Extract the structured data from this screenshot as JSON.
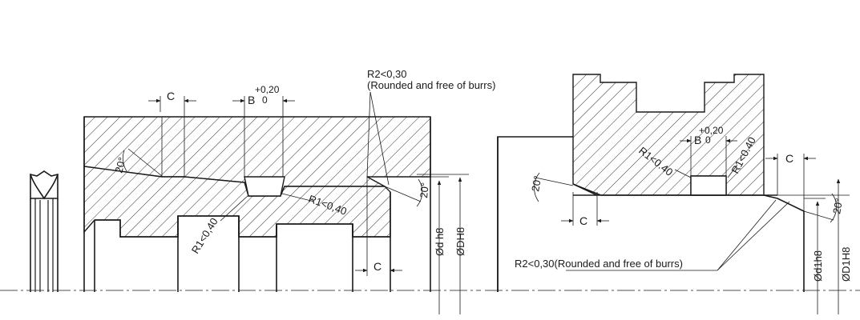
{
  "left_view": {
    "dim_c_top": "C",
    "dim_b": "B",
    "tol_upper": "+0,20",
    "tol_lower": "0",
    "angle_left": "20°",
    "angle_right": "20°",
    "radius_groove_right": "R1<0,40",
    "radius_groove_left": "R1<0,40",
    "dim_c_bottom": "C",
    "dia_d": "Ød h8",
    "dia_dh": "ØDH8",
    "note_radius": "R2<0,30",
    "note_rounded": "(Rounded and free of burrs)"
  },
  "right_view": {
    "dim_b": "B",
    "tol_upper": "+0,20",
    "tol_lower": "0",
    "radius_left": "R1<0.40",
    "radius_right": "R1<0.40",
    "dim_c_top": "C",
    "dim_c_bottom": "C",
    "angle_left": "20°",
    "angle_right": "20°",
    "note": "R2<0,30(Rounded and free of burrs)",
    "dia_d1": "Ød1h8",
    "dia_d1h": "ØD1H8"
  }
}
